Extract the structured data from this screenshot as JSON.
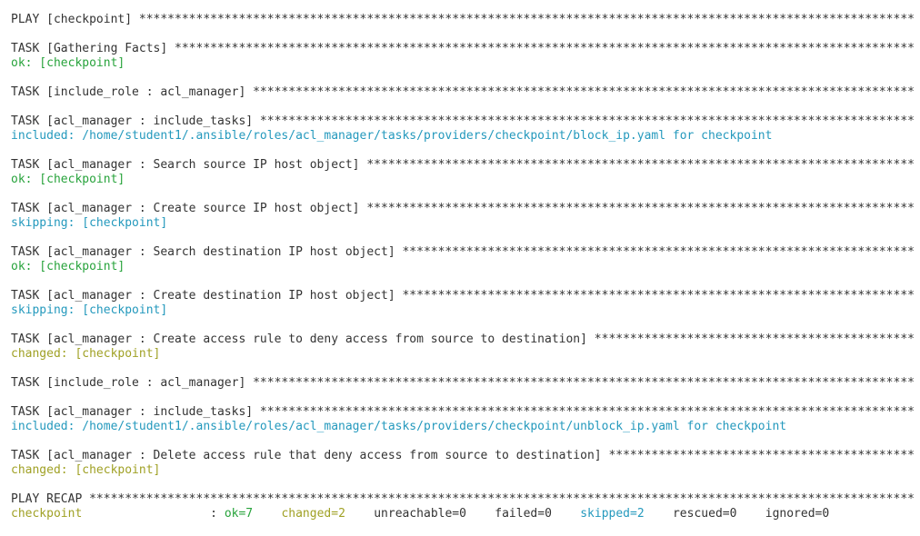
{
  "terminal": {
    "app": "ansible-playbook-output",
    "columns": 127,
    "colors": {
      "background": "#ffffff",
      "foreground": "#333333",
      "green": "#28a33c",
      "cyan": "#2499bd",
      "yellow": "#a0a125"
    },
    "lines": [
      {
        "type": "banner",
        "text": "PLAY [checkpoint]"
      },
      {
        "type": "blank"
      },
      {
        "type": "banner",
        "text": "TASK [Gathering Facts]"
      },
      {
        "type": "status",
        "color": "green",
        "text": "ok: [checkpoint]"
      },
      {
        "type": "blank"
      },
      {
        "type": "banner",
        "text": "TASK [include_role : acl_manager]"
      },
      {
        "type": "blank"
      },
      {
        "type": "banner",
        "text": "TASK [acl_manager : include_tasks]"
      },
      {
        "type": "status",
        "color": "cyan",
        "text": "included: /home/student1/.ansible/roles/acl_manager/tasks/providers/checkpoint/block_ip.yaml for checkpoint"
      },
      {
        "type": "blank"
      },
      {
        "type": "banner",
        "text": "TASK [acl_manager : Search source IP host object]"
      },
      {
        "type": "status",
        "color": "green",
        "text": "ok: [checkpoint]"
      },
      {
        "type": "blank"
      },
      {
        "type": "banner",
        "text": "TASK [acl_manager : Create source IP host object]"
      },
      {
        "type": "status",
        "color": "cyan",
        "text": "skipping: [checkpoint]"
      },
      {
        "type": "blank"
      },
      {
        "type": "banner",
        "text": "TASK [acl_manager : Search destination IP host object]"
      },
      {
        "type": "status",
        "color": "green",
        "text": "ok: [checkpoint]"
      },
      {
        "type": "blank"
      },
      {
        "type": "banner",
        "text": "TASK [acl_manager : Create destination IP host object]"
      },
      {
        "type": "status",
        "color": "cyan",
        "text": "skipping: [checkpoint]"
      },
      {
        "type": "blank"
      },
      {
        "type": "banner",
        "text": "TASK [acl_manager : Create access rule to deny access from source to destination]"
      },
      {
        "type": "status",
        "color": "yellow",
        "text": "changed: [checkpoint]"
      },
      {
        "type": "blank"
      },
      {
        "type": "banner",
        "text": "TASK [include_role : acl_manager]"
      },
      {
        "type": "blank"
      },
      {
        "type": "banner",
        "text": "TASK [acl_manager : include_tasks]"
      },
      {
        "type": "status",
        "color": "cyan",
        "text": "included: /home/student1/.ansible/roles/acl_manager/tasks/providers/checkpoint/unblock_ip.yaml for checkpoint"
      },
      {
        "type": "blank"
      },
      {
        "type": "banner",
        "text": "TASK [acl_manager : Delete access rule that deny access from source to destination]"
      },
      {
        "type": "status",
        "color": "yellow",
        "text": "changed: [checkpoint]"
      },
      {
        "type": "blank"
      },
      {
        "type": "banner",
        "text": "PLAY RECAP"
      },
      {
        "type": "recap"
      }
    ],
    "recap": {
      "host": "checkpoint",
      "host_color": "yellow",
      "host_field_width": 27,
      "separator": " : ",
      "value_field_width": 4,
      "stats": [
        {
          "label": "ok",
          "value": "7",
          "color": "green"
        },
        {
          "label": "changed",
          "value": "2",
          "color": "yellow"
        },
        {
          "label": "unreachable",
          "value": "0",
          "color": "foreground"
        },
        {
          "label": "failed",
          "value": "0",
          "color": "foreground"
        },
        {
          "label": "skipped",
          "value": "2",
          "color": "cyan"
        },
        {
          "label": "rescued",
          "value": "0",
          "color": "foreground"
        },
        {
          "label": "ignored",
          "value": "0",
          "color": "foreground"
        }
      ]
    }
  }
}
